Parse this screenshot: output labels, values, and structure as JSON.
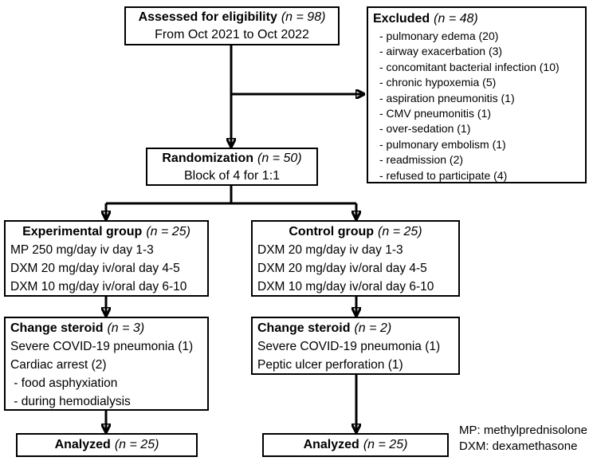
{
  "diagram": {
    "background": "#ffffff",
    "colors": {
      "border": "#000000",
      "text": "#000000",
      "arrow": "#000000"
    },
    "assessed": {
      "title": "Assessed for eligibility",
      "n": "(n = 98)",
      "subtitle": "From Oct 2021 to Oct 2022"
    },
    "excluded": {
      "title": "Excluded",
      "n": "(n = 48)",
      "items": [
        "- pulmonary edema (20)",
        "- airway exacerbation (3)",
        "- concomitant bacterial infection (10)",
        "- chronic hypoxemia (5)",
        "- aspiration pneumonitis (1)",
        "- CMV pneumonitis (1)",
        "- over-sedation (1)",
        "- pulmonary embolism (1)",
        "- readmission (2)",
        "- refused to participate (4)"
      ]
    },
    "randomization": {
      "title": "Randomization",
      "n": "(n = 50)",
      "subtitle": "Block of 4 for 1:1"
    },
    "experimental_group": {
      "title": "Experimental group",
      "n": "(n = 25)",
      "lines": [
        "MP 250 mg/day iv day 1-3",
        "DXM 20 mg/day iv/oral day 4-5",
        "DXM 10 mg/day iv/oral day 6-10"
      ]
    },
    "control_group": {
      "title": "Control group",
      "n": "(n = 25)",
      "lines": [
        "DXM 20 mg/day iv day 1-3",
        "DXM 20 mg/day iv/oral day 4-5",
        "DXM 10 mg/day iv/oral day 6-10"
      ]
    },
    "change_steroid_left": {
      "title": "Change steroid",
      "n": "(n = 3)",
      "lines": [
        "Severe COVID-19 pneumonia (1)",
        "Cardiac arrest (2)",
        " - food asphyxiation",
        " - during hemodialysis"
      ]
    },
    "change_steroid_right": {
      "title": "Change steroid",
      "n": "(n = 2)",
      "lines": [
        "Severe COVID-19 pneumonia (1)",
        "Peptic ulcer perforation (1)"
      ]
    },
    "analyzed_left": {
      "title": "Analyzed",
      "n": "(n = 25)"
    },
    "analyzed_right": {
      "title": "Analyzed",
      "n": "(n = 25)"
    },
    "legend": {
      "lines": [
        "MP: methylprednisolone",
        "DXM: dexamethasone"
      ]
    }
  }
}
